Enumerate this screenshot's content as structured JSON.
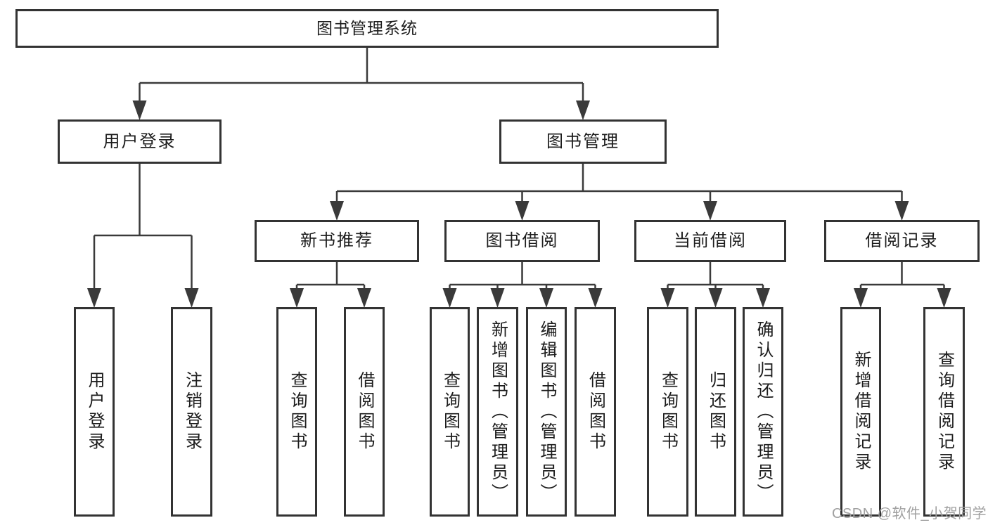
{
  "diagram": {
    "type": "tree-diagram",
    "title": "图书管理系统",
    "watermark": "CSDN @软件_小贺同学",
    "colors": {
      "line": "#3a3a3a",
      "box_border": "#333333",
      "box_fill": "#ffffff",
      "text": "#1c1c1c",
      "watermark_text": "#a0a0a0",
      "background": "#ffffff"
    },
    "nodes": [
      {
        "id": "root",
        "label": "图书管理系统",
        "parent": null,
        "orientation": "horizontal"
      },
      {
        "id": "user-login",
        "label": "用户登录",
        "parent": "root",
        "orientation": "horizontal"
      },
      {
        "id": "book-mgmt",
        "label": "图书管理",
        "parent": "root",
        "orientation": "horizontal"
      },
      {
        "id": "new-book-rec",
        "label": "新书推荐",
        "parent": "book-mgmt",
        "orientation": "horizontal"
      },
      {
        "id": "book-borrow",
        "label": "图书借阅",
        "parent": "book-mgmt",
        "orientation": "horizontal"
      },
      {
        "id": "current-borrow",
        "label": "当前借阅",
        "parent": "book-mgmt",
        "orientation": "horizontal"
      },
      {
        "id": "borrow-records",
        "label": "借阅记录",
        "parent": "book-mgmt",
        "orientation": "horizontal"
      },
      {
        "id": "leaf-user-login",
        "label": "用户登录",
        "parent": "user-login",
        "orientation": "vertical"
      },
      {
        "id": "leaf-logout",
        "label": "注销登录",
        "parent": "user-login",
        "orientation": "vertical"
      },
      {
        "id": "leaf-nbr-query",
        "label": "查询图书",
        "parent": "new-book-rec",
        "orientation": "vertical"
      },
      {
        "id": "leaf-nbr-borrow",
        "label": "借阅图书",
        "parent": "new-book-rec",
        "orientation": "vertical"
      },
      {
        "id": "leaf-bb-query",
        "label": "查询图书",
        "parent": "book-borrow",
        "orientation": "vertical"
      },
      {
        "id": "leaf-bb-add",
        "label": "新增图书（管理员）",
        "parent": "book-borrow",
        "orientation": "vertical"
      },
      {
        "id": "leaf-bb-edit",
        "label": "编辑图书（管理员）",
        "parent": "book-borrow",
        "orientation": "vertical"
      },
      {
        "id": "leaf-bb-borrow",
        "label": "借阅图书",
        "parent": "book-borrow",
        "orientation": "vertical"
      },
      {
        "id": "leaf-cb-query",
        "label": "查询图书",
        "parent": "current-borrow",
        "orientation": "vertical"
      },
      {
        "id": "leaf-cb-return",
        "label": "归还图书",
        "parent": "current-borrow",
        "orientation": "vertical"
      },
      {
        "id": "leaf-cb-confirm",
        "label": "确认归还（管理员）",
        "parent": "current-borrow",
        "orientation": "vertical"
      },
      {
        "id": "leaf-br-add",
        "label": "新增借阅记录",
        "parent": "borrow-records",
        "orientation": "vertical"
      },
      {
        "id": "leaf-br-query",
        "label": "查询借阅记录",
        "parent": "borrow-records",
        "orientation": "vertical"
      }
    ]
  }
}
